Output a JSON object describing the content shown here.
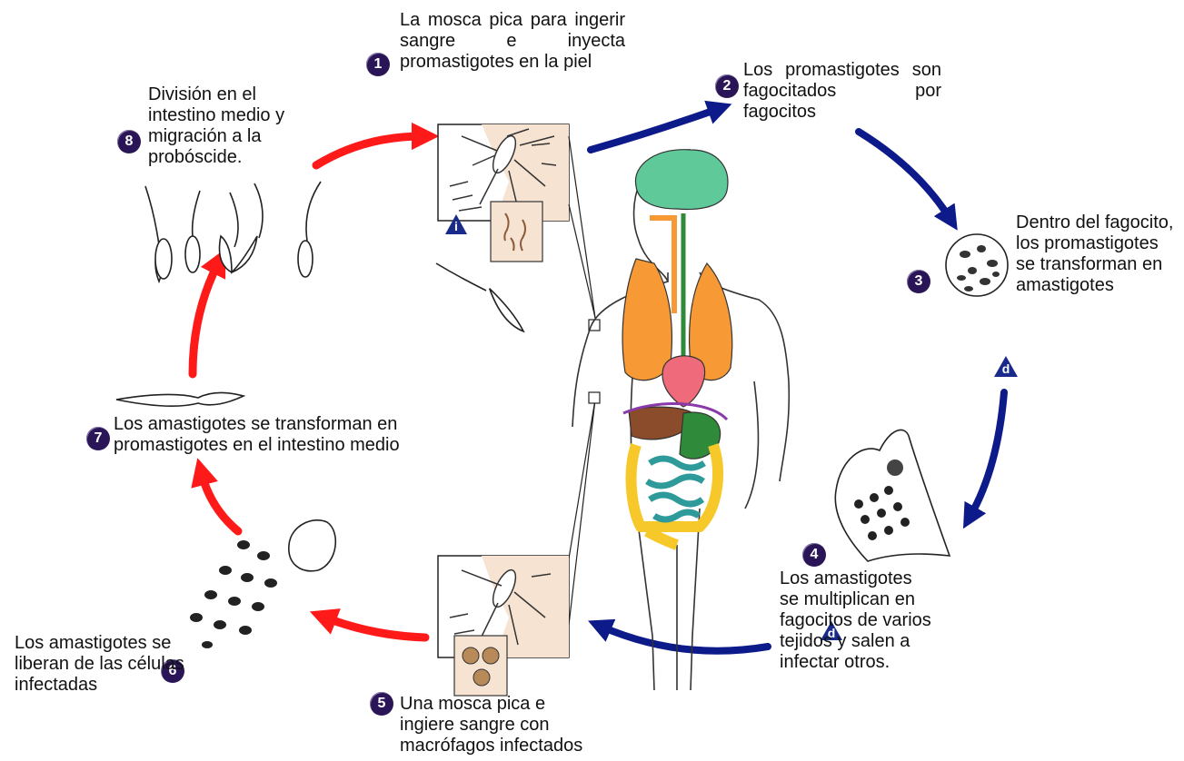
{
  "steps": [
    {
      "num": "1",
      "text": "La mosca pica para ingerir sangre e inyecta promastigotes en la piel"
    },
    {
      "num": "2",
      "text": "Los promastigotes son fagocitados por fagocitos"
    },
    {
      "num": "3",
      "text": "Dentro del fagocito, los promastigotes se transforman en amastigotes"
    },
    {
      "num": "4",
      "text": "Los amastigotes se multiplican en fagocitos de varios tejidos y salen a infectar otros."
    },
    {
      "num": "5",
      "text": "Una mosca pica e ingiere sangre con macrófagos infectados"
    },
    {
      "num": "6",
      "text": "Los amastigotes se liberan de las células infectadas"
    },
    {
      "num": "7",
      "text": "Los amastigotes se transforman en promastigotes en el intestino medio"
    },
    {
      "num": "8",
      "text": "División en el intestino medio y migración a la probóscide."
    }
  ],
  "stage_markers": {
    "infective": "i",
    "diagnostic": "d"
  },
  "colors": {
    "host_arrow": "#0d1a8a",
    "vector_arrow": "#ff1a1a",
    "step_badge": "#2a1657",
    "brain": "#5fc99a",
    "lungs": "#f79a35",
    "heart": "#ef6a7a",
    "liver": "#8a4c2a",
    "stomach": "#2f8a3a",
    "colon": "#f7c82a",
    "small_intestine": "#2f9a9a",
    "spleen": "#8a3aa8",
    "skin": "#f7e3d2"
  }
}
